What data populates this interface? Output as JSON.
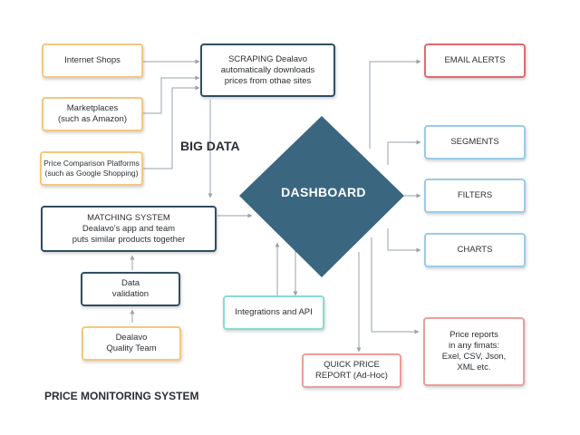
{
  "footer_title": "PRICE MONITORING SYSTEM",
  "big_data_label": "BIG DATA",
  "dashboard_label": "DASHBOARD",
  "sources": {
    "internet_shops": "Internet Shops",
    "marketplaces": [
      "Marketplaces",
      "(such as Amazon)"
    ],
    "comparison": [
      "Price Comparison Platforms",
      "(such as Google Shopping)"
    ]
  },
  "scraping": [
    "SCRAPING Dealavo",
    "automatically downloads",
    "prices from othae sites"
  ],
  "matching": [
    "MATCHING SYSTEM",
    "Dealavo's app and team",
    "puts similar products together"
  ],
  "validation": [
    "Data",
    "validation"
  ],
  "quality_team": [
    "Dealavo",
    "Quality Team"
  ],
  "integrations": "Integrations and API",
  "quick_report": [
    "QUICK PRICE",
    "REPORT (Ad-Hoc)"
  ],
  "price_reports": [
    "Price reports",
    "in any fimats:",
    "Exel, CSV, Json,",
    "XML etc."
  ],
  "email_alerts": "EMAIL ALERTS",
  "segments": "SEGMENTS",
  "filters": "FILTERS",
  "charts": "CHARTS",
  "colors": {
    "navy": "#2f4e63",
    "diamond": "#3a6680",
    "orange": "#f5c77e",
    "red": "#e2696e",
    "blue": "#9ccbe8",
    "teal": "#86dcd6",
    "salmon": "#ec9e9a",
    "arrow": "#9aa3a9"
  }
}
